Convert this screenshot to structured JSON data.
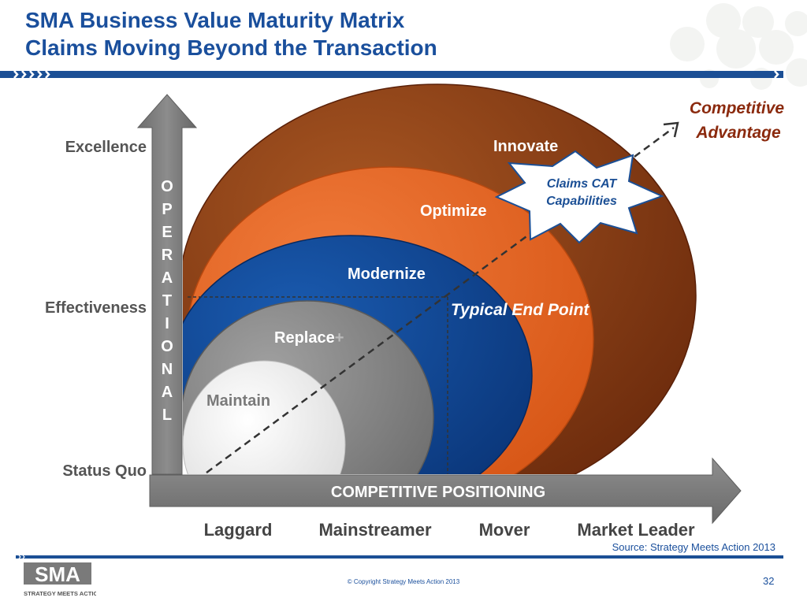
{
  "header": {
    "title_line1": "SMA Business Value Maturity Matrix",
    "title_line2": "Claims Moving Beyond the Transaction"
  },
  "y_axis": {
    "title_letters": [
      "O",
      "P",
      "E",
      "R",
      "A",
      "T",
      "I",
      "O",
      "N",
      "A",
      "L"
    ],
    "levels": [
      "Excellence",
      "Effectiveness",
      "Status Quo"
    ]
  },
  "x_axis": {
    "title": "COMPETITIVE POSITIONING",
    "levels": [
      "Laggard",
      "Mainstreamer",
      "Mover",
      "Market Leader"
    ]
  },
  "stages": {
    "innovate": "Innovate",
    "optimize": "Optimize",
    "modernize": "Modernize",
    "replace": "Replace",
    "replace_plus": "+",
    "maintain": "Maintain"
  },
  "annotations": {
    "typical_end_point": "Typical End Point",
    "competitive_advantage_line1": "Competitive",
    "competitive_advantage_line2": "Advantage",
    "starburst_line1": "Claims CAT",
    "starburst_line2": "Capabilities"
  },
  "colors": {
    "title_blue": "#1a4f9c",
    "innovate_brown": "#8a3f14",
    "optimize_orange": "#e8642a",
    "modernize_blue": "#0e4592",
    "replace_gray": "#858585",
    "maintain_white": "#f4f4f4",
    "axis_gray": "#7a7a7a",
    "advantage_red": "#8b2a0e"
  },
  "footer": {
    "source": "Source: Strategy Meets Action 2013",
    "copyright": "© Copyright Strategy Meets Action 2013",
    "page_number": "32",
    "logo_text": "SMA",
    "logo_tagline": "STRATEGY MEETS ACTION"
  }
}
